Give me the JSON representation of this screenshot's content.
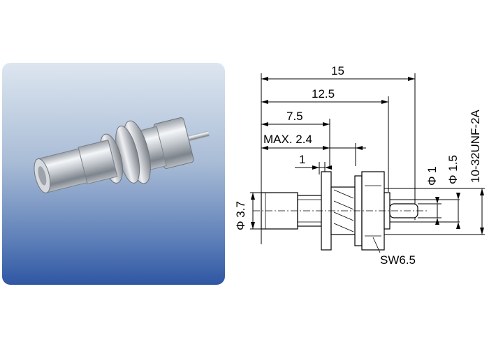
{
  "dimensions": {
    "overall_length": "15",
    "body_length": "12.5",
    "front_length": "7.5",
    "panel_thickness": "MAX. 2.4",
    "step": "1",
    "body_diameter": "Φ 3.7",
    "pin_diameter": "Φ 1",
    "pin_shoulder_diameter": "Φ 1.5",
    "thread": "10-32UNF-2A",
    "wrench_size": "SW6.5"
  },
  "colors": {
    "panel_top": "#dde6f0",
    "panel_bottom": "#2f56a3",
    "line": "#000000"
  }
}
